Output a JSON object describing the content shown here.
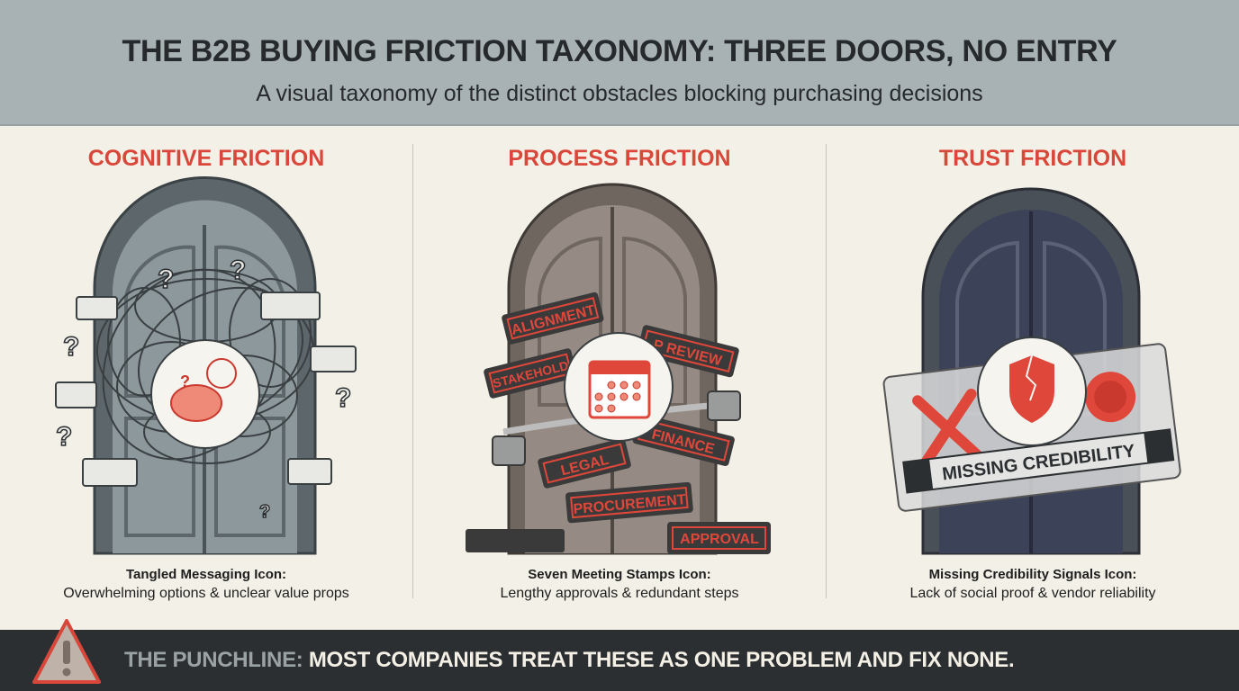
{
  "header": {
    "title": "THE B2B BUYING FRICTION TAXONOMY: THREE DOORS, NO ENTRY",
    "subtitle": "A visual taxonomy of the distinct obstacles blocking purchasing decisions"
  },
  "columns": [
    {
      "heading": "COGNITIVE FRICTION",
      "caption_title": "Tangled Messaging Icon:",
      "caption_text": "Overwhelming options & unclear value props",
      "icon": "tangled-brain-icon"
    },
    {
      "heading": "PROCESS FRICTION",
      "caption_title": "Seven Meeting Stamps Icon:",
      "caption_text": "Lengthy approvals & redundant steps",
      "icon": "calendar-icon",
      "stamps": [
        "ALIGNMENT",
        "STAKEHOLD",
        "P REVIEW",
        "FINANCE",
        "LEGAL",
        "PROCUREMENT",
        "APPROVAL"
      ]
    },
    {
      "heading": "TRUST FRICTION",
      "caption_title": "Missing Credibility Signals Icon:",
      "caption_text": "Lack of social proof & vendor reliability",
      "icon": "broken-shield-handshake-icon",
      "banner": "MISSING CREDIBILITY"
    }
  ],
  "footer": {
    "label": "THE PUNCHLINE:",
    "text": " MOST COMPANIES TREAT THESE AS ONE PROBLEM AND FIX NONE.",
    "icon": "warning-icon"
  },
  "colors": {
    "accent": "#d9473a",
    "header_bg": "#a8b2b4",
    "footer_bg": "#2b2f32",
    "background": "#f3f0e7"
  }
}
